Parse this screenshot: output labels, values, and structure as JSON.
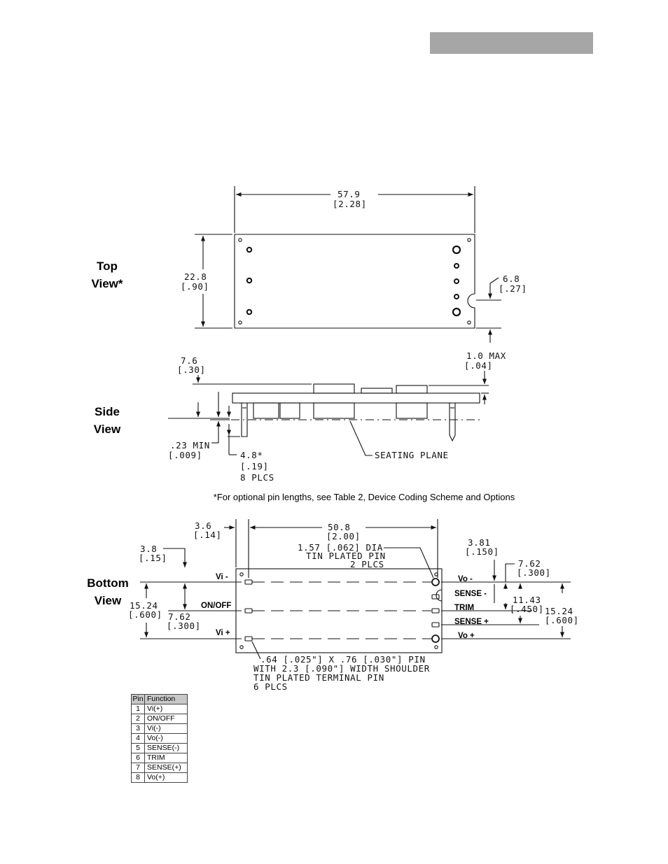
{
  "views": {
    "top": [
      "Top",
      "View*"
    ],
    "side": [
      "Side",
      "View"
    ],
    "bottom": [
      "Bottom",
      "View"
    ]
  },
  "top_view": {
    "length": [
      "57.9",
      "[2.28]"
    ],
    "width": [
      "22.8",
      "[.90]"
    ],
    "notch": [
      "6.8",
      "[.27]"
    ]
  },
  "side_view": {
    "height": [
      "7.6",
      "[.30]"
    ],
    "max": [
      "1.0 MAX",
      "[.04]"
    ],
    "min": [
      ".23 MIN",
      "[.009]"
    ],
    "pin_len": [
      "4.8*",
      "[.19]",
      "8 PLCS"
    ],
    "seating": "SEATING PLANE"
  },
  "footnote": "*For optional pin lengths, see Table 2, Device Coding Scheme and Options",
  "bottom_view": {
    "edge_offset": [
      "3.6",
      "[.14]"
    ],
    "pin_span": [
      "50.8",
      "[2.00]"
    ],
    "top_offset": [
      "3.8",
      "[.15]"
    ],
    "dia_note": [
      "1.57 [.062] DIA",
      "TIN PLATED PIN",
      "2 PLCS"
    ],
    "right_offset": [
      "3.81",
      "[.150]"
    ],
    "right_762": [
      "7.62",
      "[.300]"
    ],
    "right_1143": [
      "11.43",
      "[.450]"
    ],
    "right_1524": [
      "15.24",
      "[.600]"
    ],
    "left_1524": [
      "15.24",
      "[.600]"
    ],
    "left_762": [
      "7.62",
      "[.300]"
    ],
    "pin_note": [
      ".64 [.025\"] X .76 [.030\"] PIN",
      "WITH 2.3 [.090\"] WIDTH SHOULDER",
      "TIN PLATED TERMINAL PIN",
      "6 PLCS"
    ],
    "pins_left": [
      "Vi -",
      "ON/OFF",
      "Vi +"
    ],
    "pins_right": [
      "Vo -",
      "SENSE -",
      "TRIM",
      "SENSE +",
      "Vo +"
    ]
  },
  "pin_table": {
    "headers": [
      "Pin",
      "Function"
    ],
    "rows": [
      [
        "1",
        "Vi(+)"
      ],
      [
        "2",
        "ON/OFF"
      ],
      [
        "3",
        "Vi(-)"
      ],
      [
        "4",
        "Vo(-)"
      ],
      [
        "5",
        "SENSE(-)"
      ],
      [
        "6",
        "TRIM"
      ],
      [
        "7",
        "SENSE(+)"
      ],
      [
        "8",
        "Vo(+)"
      ]
    ]
  }
}
